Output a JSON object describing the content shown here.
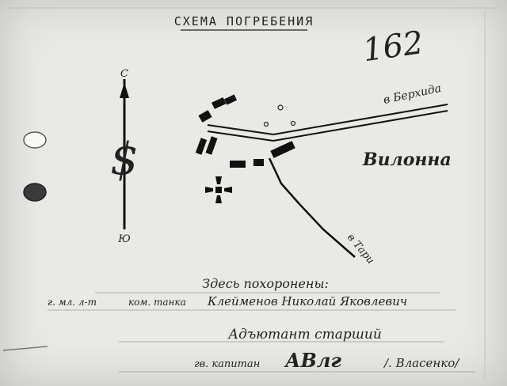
{
  "document": {
    "title": "СХЕМА ПОГРЕБЕНИЯ",
    "record_number": "162",
    "compass": {
      "north": "С",
      "south": "Ю",
      "symbol": "$"
    },
    "map": {
      "village": "Вилонна",
      "road_north_east": "в Берхида",
      "road_south": "в Тари"
    },
    "inscription": {
      "heading": "Здесь похоронены:",
      "rank": "г. мл. л-т",
      "position": "ком. танка",
      "name": "Клейменов Николай Яковлевич"
    },
    "signature": {
      "role": "Адъютант старший",
      "rank": "гв. капитан",
      "autograph": "АВлг",
      "name": "/. Власенко/"
    },
    "colors": {
      "paper": "#e9e9e6",
      "ink": "#222222"
    }
  }
}
